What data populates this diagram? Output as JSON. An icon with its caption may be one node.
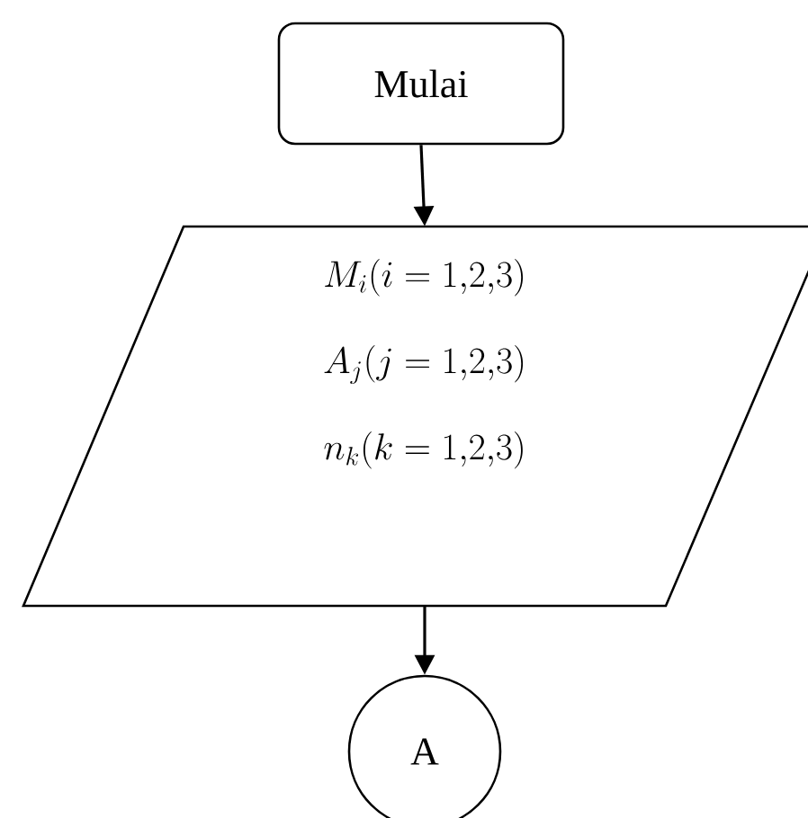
{
  "diagram": {
    "nodes": [
      {
        "text": [
          "Mulai"
        ]
      },
      {
        "text": [
          "M_i(i = 1{,}2{,}3)",
          "A_j(j = 1{,}2{,}3)",
          "n_k(k = 1{,}2{,}3)"
        ]
      },
      {
        "text": [
          "A"
        ]
      }
    ],
    "edges": [
      {
        "from": 0,
        "to": 1,
        "arrow": "to"
      },
      {
        "from": 1,
        "to": 2,
        "arrow": "to"
      }
    ]
  }
}
